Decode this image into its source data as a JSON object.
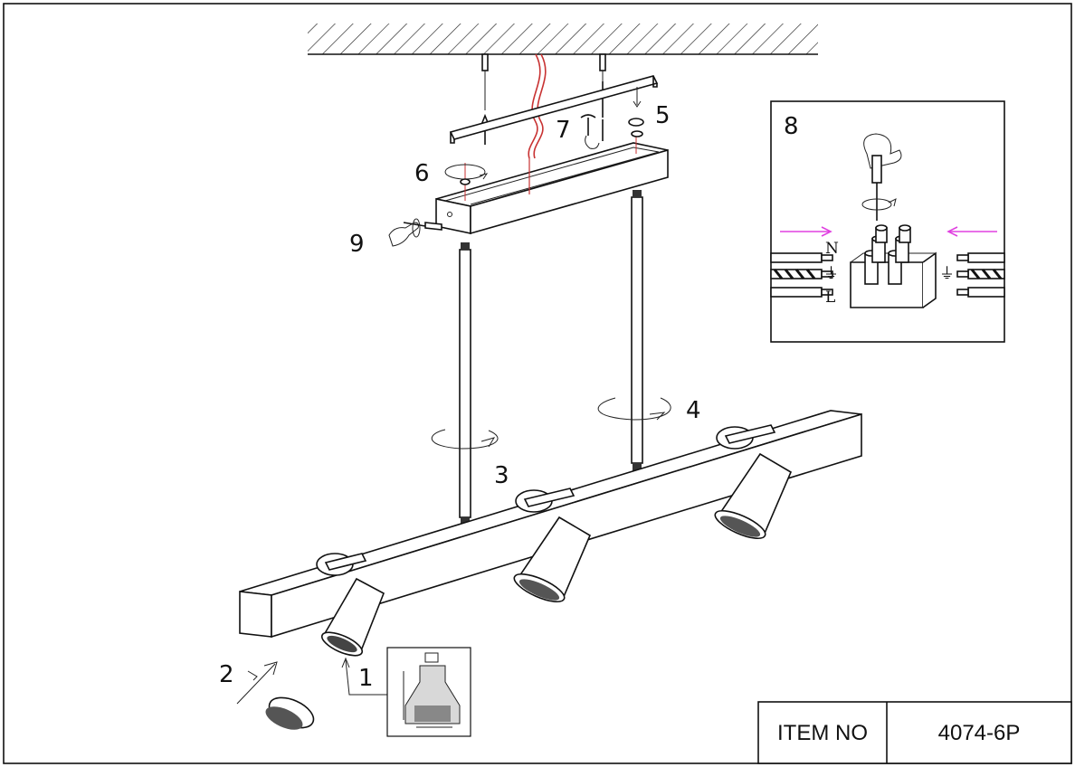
{
  "step_labels": {
    "s1": "1",
    "s2": "2",
    "s3": "3",
    "s4": "4",
    "s5": "5",
    "s6": "6",
    "s7": "7",
    "s8": "8",
    "s9": "9"
  },
  "wiring_inset": {
    "neutral": "N",
    "live": "L",
    "earth_symbol": "⏚",
    "arrow_color": "#e040e0"
  },
  "title_block": {
    "item_label": "ITEM NO",
    "item_value": "4074-6P"
  },
  "colors": {
    "cable": "#c83232",
    "line": "#111111"
  }
}
